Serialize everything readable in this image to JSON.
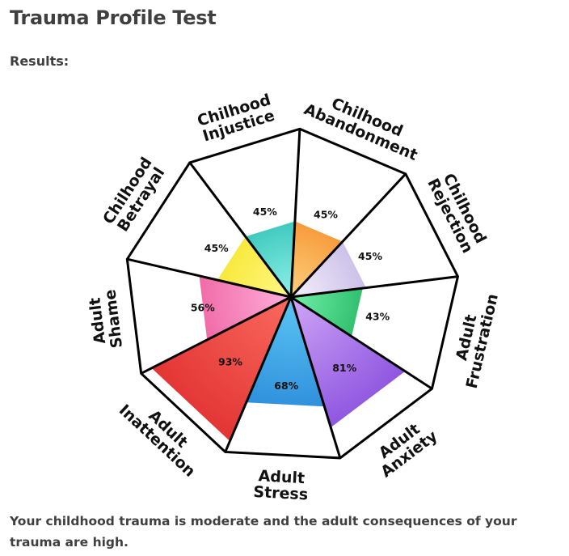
{
  "title": "Trauma Profile Test",
  "subtitle": "Results:",
  "summary": "Your childhood trauma is moderate and the adult consequences of your trauma are high.",
  "chart_data": {
    "type": "polar-area",
    "max": 100,
    "categories": [
      {
        "line1": "Chilhood",
        "line2": "Injustice",
        "value": 45,
        "color": "#3fc9bd",
        "light": "#8ef0ea"
      },
      {
        "line1": "Chilhood",
        "line2": "Abandonment",
        "value": 45,
        "color": "#f79a3a",
        "light": "#fdd27e"
      },
      {
        "line1": "Chilhood",
        "line2": "Rejection",
        "value": 45,
        "color": "#cbbfe8",
        "light": "#f5f1fb"
      },
      {
        "line1": "Adult",
        "line2": "Frustration",
        "value": 43,
        "color": "#2fbf6e",
        "light": "#72f0a8"
      },
      {
        "line1": "Adult",
        "line2": "Anxiety",
        "value": 81,
        "color": "#8e55e0",
        "light": "#cfa6f6"
      },
      {
        "line1": "Adult",
        "line2": "Stress",
        "value": 68,
        "color": "#2f8fdc",
        "light": "#5cc6f4"
      },
      {
        "line1": "Adult",
        "line2": "Inattention",
        "value": 93,
        "color": "#e23434",
        "light": "#fa6a5e"
      },
      {
        "line1": "Adult",
        "line2": "Shame",
        "value": 56,
        "color": "#f06aa6",
        "light": "#ffb0dc"
      },
      {
        "line1": "Chilhood",
        "line2": "Betrayal",
        "value": 45,
        "color": "#f8e83a",
        "light": "#fff887"
      }
    ]
  }
}
